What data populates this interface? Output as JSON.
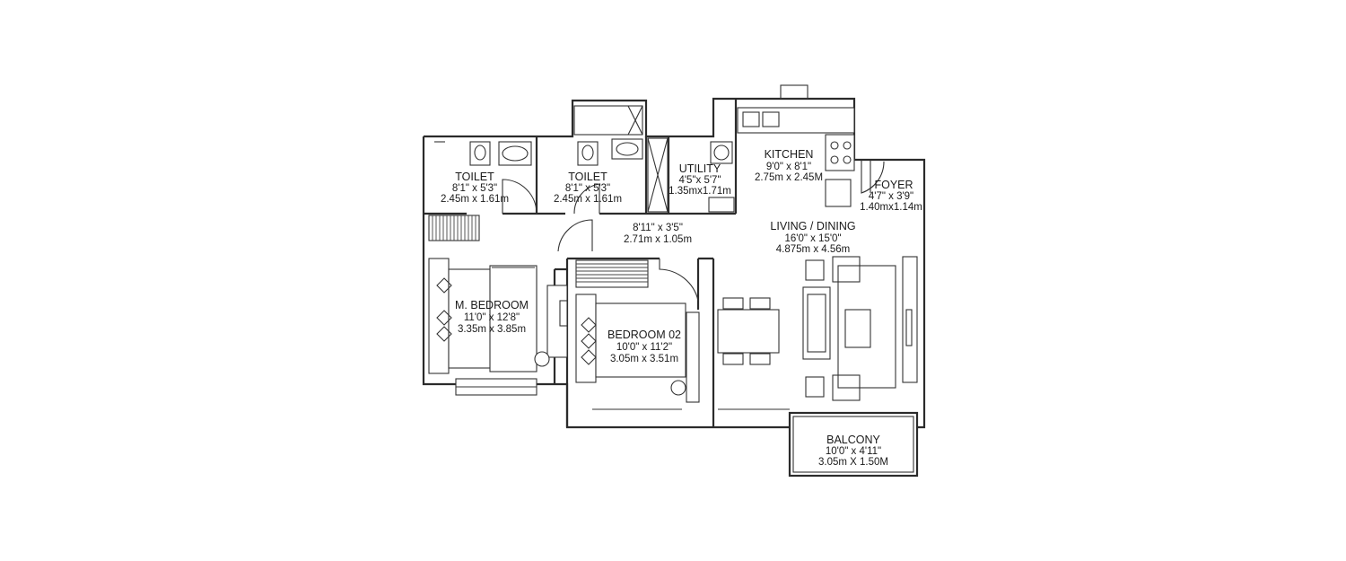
{
  "rooms": {
    "toilet_1": {
      "name": "TOILET",
      "dim_imperial": "8'1\" x 5'3\"",
      "dim_metric": "2.45m x 1.61m"
    },
    "toilet_2": {
      "name": "TOILET",
      "dim_imperial": "8'1\" x 5'3\"",
      "dim_metric": "2.45m x 1.61m"
    },
    "utility": {
      "name": "UTILITY",
      "dim_imperial": "4'5\"x 5'7\"",
      "dim_metric": "1.35mx1.71m"
    },
    "kitchen": {
      "name": "KITCHEN",
      "dim_imperial": "9'0\" x 8'1\"",
      "dim_metric": "2.75m x 2.45M"
    },
    "foyer": {
      "name": "FOYER",
      "dim_imperial": "4'7\" x 3'9\"",
      "dim_metric": "1.40mx1.14m"
    },
    "passage": {
      "dim_imperial": "8'11\" x 3'5\"",
      "dim_metric": "2.71m x 1.05m"
    },
    "living_dining": {
      "name": "LIVING / DINING",
      "dim_imperial": "16'0\" x 15'0\"",
      "dim_metric": "4.875m x 4.56m"
    },
    "master_bedroom": {
      "name": "M. BEDROOM",
      "dim_imperial": "11'0\" x 12'8\"",
      "dim_metric": "3.35m x 3.85m"
    },
    "bedroom_02": {
      "name": "BEDROOM 02",
      "dim_imperial": "10'0\" x 11'2\"",
      "dim_metric": "3.05m x 3.51m"
    },
    "balcony": {
      "name": "BALCONY",
      "dim_imperial": "10'0\" x 4'11\"",
      "dim_metric": "3.05m X 1.50M"
    }
  }
}
